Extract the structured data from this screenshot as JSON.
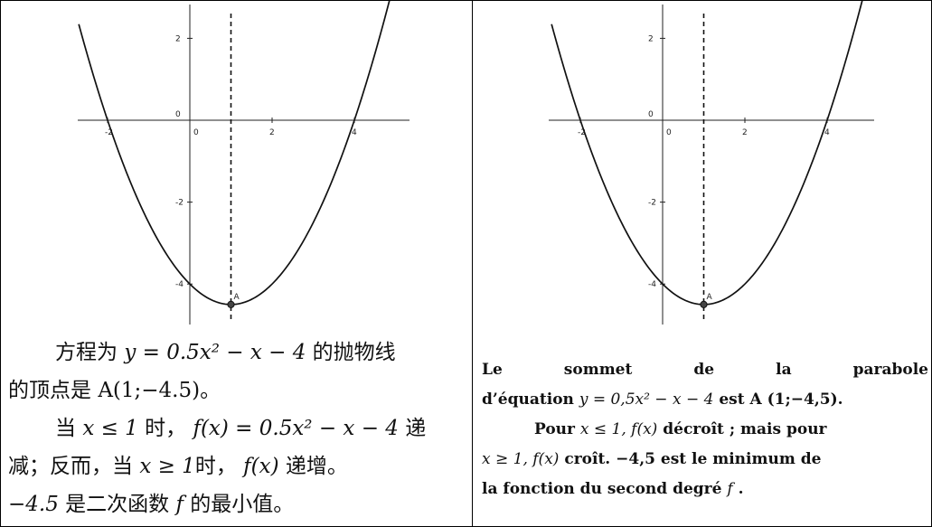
{
  "chart_data": [
    {
      "type": "line",
      "x_ticks": [
        "-2",
        "0",
        "2",
        "4"
      ],
      "y_ticks": [
        "2",
        "0",
        "-2",
        "-4"
      ],
      "xlim": [
        -2.7,
        6.2
      ],
      "ylim": [
        -5.0,
        2.6
      ],
      "function": {
        "a": 0.5,
        "b": -1,
        "c": -4
      },
      "vertex": {
        "label": "A",
        "x": 1,
        "y": -4.5
      },
      "symmetry_axis_x": 1
    },
    {
      "type": "line",
      "x_ticks": [
        "-2",
        "0",
        "2",
        "4"
      ],
      "y_ticks": [
        "2",
        "0",
        "-2",
        "-4"
      ],
      "xlim": [
        -2.7,
        6.2
      ],
      "ylim": [
        -5.0,
        2.6
      ],
      "function": {
        "a": 0.5,
        "b": -1,
        "c": -4
      },
      "vertex": {
        "label": "A",
        "x": 1,
        "y": -4.5
      },
      "symmetry_axis_x": 1
    }
  ],
  "left_text": {
    "line1_a": "方程为 ",
    "line1_eq": "y = 0.5x² − x − 4",
    "line1_b": " 的抛物线",
    "line2_a": "的顶点是 ",
    "line2_pt": "A(1;−4.5)",
    "line2_b": "。",
    "line3_a": "当 ",
    "line3_cond": "x ≤ 1",
    "line3_b": " 时， ",
    "line3_f": "f(x) = 0.5x² − x − 4",
    "line3_c": " 递",
    "line4_a": "减；反而，当 ",
    "line4_cond": "x ≥ 1",
    "line4_b": "时， ",
    "line4_f": "f(x)",
    "line4_c": " 递增。",
    "line5_val": "−4.5",
    "line5_a": " 是二次函数 ",
    "line5_f": "f",
    "line5_b": " 的最小值。"
  },
  "right_text": {
    "line1": "Le sommet de la parabole",
    "line2_a": "d’équation ",
    "line2_eq": "y = 0,5x² − x − 4",
    "line2_b": " est ",
    "line2_pt": "A (1;−4,5).",
    "line3_a": "Pour ",
    "line3_cond": "x ≤ 1,",
    "line3_f": " f(x)",
    "line3_b": " décroît ; mais pour",
    "line4_cond": "x ≥ 1,",
    "line4_f": " f(x)",
    "line4_b": " croît. −4,5 est le minimum de",
    "line5_a": "la fonction du second degré ",
    "line5_f": "f",
    "line5_b": " ."
  }
}
